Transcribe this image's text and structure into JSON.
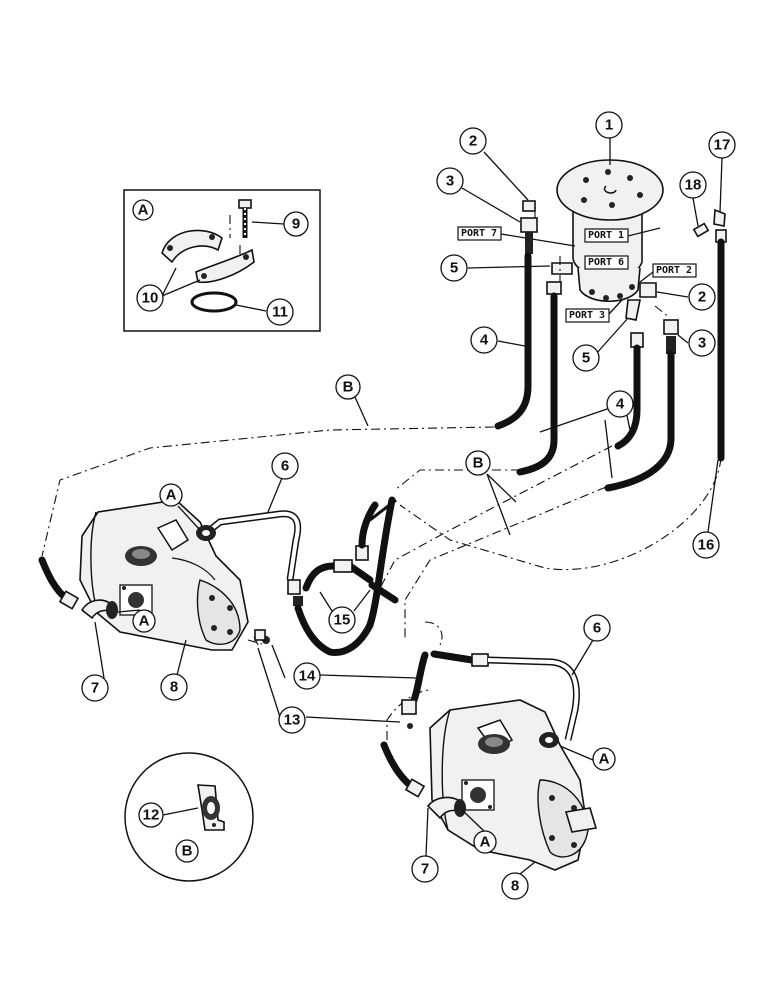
{
  "colors": {
    "ink": "#111111",
    "background": "#ffffff"
  },
  "callouts": [
    {
      "label": "1"
    },
    {
      "label": "2"
    },
    {
      "label": "3"
    },
    {
      "label": "17"
    },
    {
      "label": "18"
    },
    {
      "label": "5"
    },
    {
      "label": "2"
    },
    {
      "label": "4"
    },
    {
      "label": "5"
    },
    {
      "label": "3"
    },
    {
      "label": "B"
    },
    {
      "label": "4"
    },
    {
      "label": "B"
    },
    {
      "label": "16"
    },
    {
      "label": "A"
    },
    {
      "label": "6"
    },
    {
      "label": "A"
    },
    {
      "label": "15"
    },
    {
      "label": "14"
    },
    {
      "label": "7"
    },
    {
      "label": "8"
    },
    {
      "label": "13"
    },
    {
      "label": "6"
    },
    {
      "label": "A"
    },
    {
      "label": "A"
    },
    {
      "label": "7"
    },
    {
      "label": "8"
    }
  ],
  "ports": [
    {
      "label": "PORT 7"
    },
    {
      "label": "PORT 1"
    },
    {
      "label": "PORT 6"
    },
    {
      "label": "PORT 2"
    },
    {
      "label": "PORT 3"
    }
  ],
  "detail_a": {
    "letter": "A",
    "callouts": [
      {
        "label": "9"
      },
      {
        "label": "10"
      },
      {
        "label": "11"
      }
    ]
  },
  "detail_b": {
    "letter": "B",
    "callouts": [
      {
        "label": "12"
      }
    ]
  }
}
